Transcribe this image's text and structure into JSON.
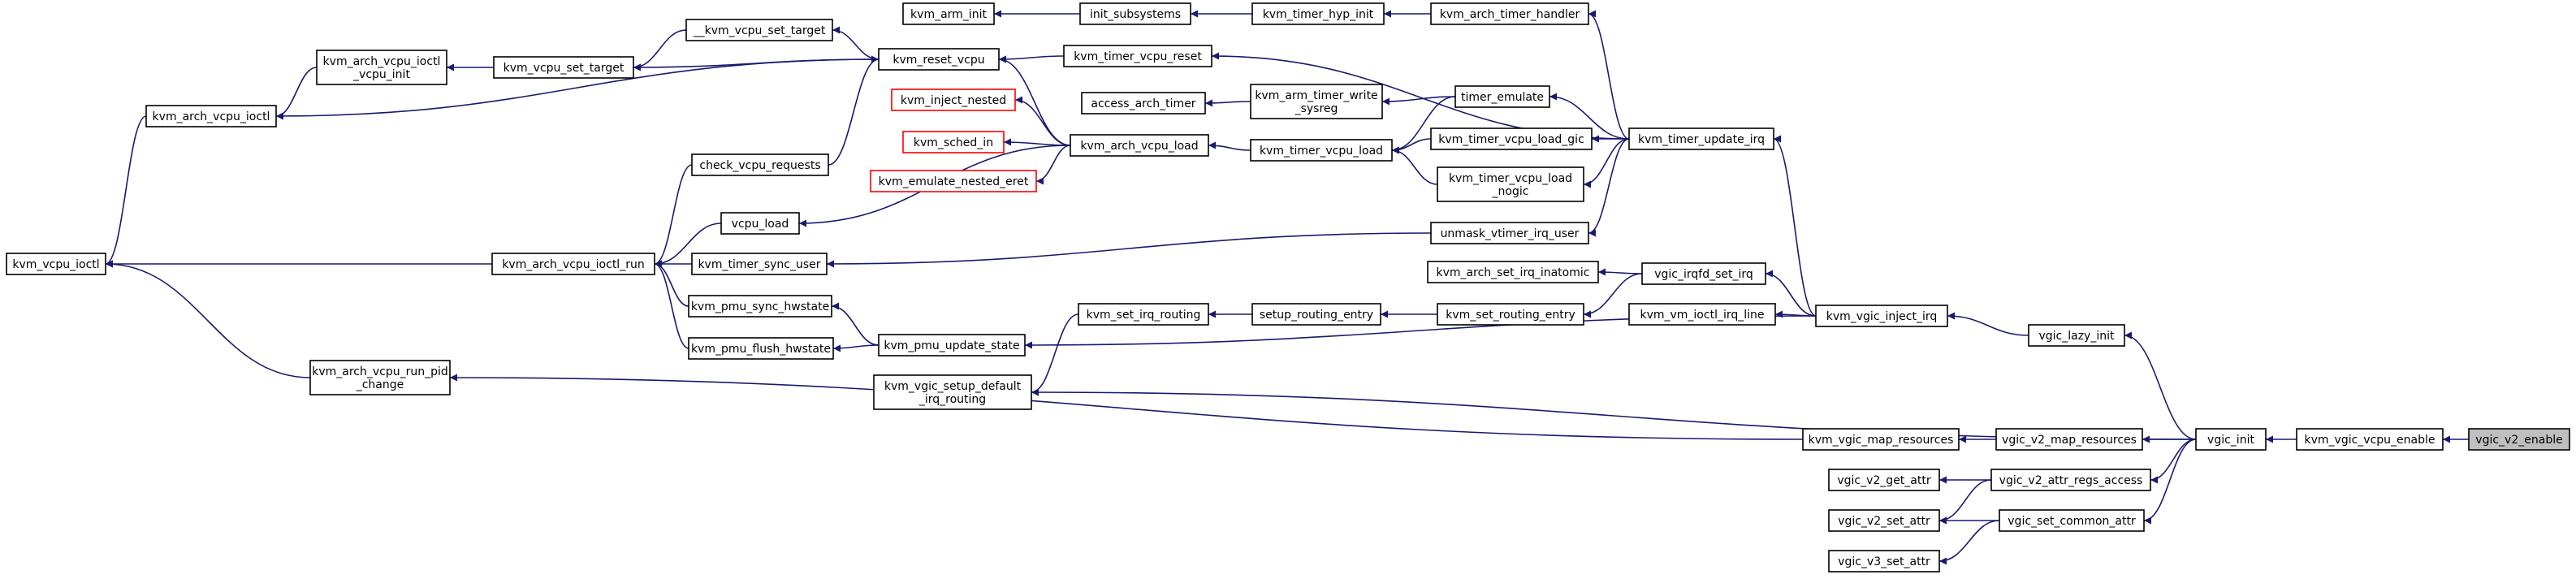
{
  "diagram": {
    "type": "call-graph",
    "edge_color": "#191970",
    "highlight_fill": "#bfbfbf",
    "nodes": [
      {
        "id": "kvm_vcpu_ioctl",
        "lines": [
          "kvm_vcpu_ioctl"
        ]
      },
      {
        "id": "kvm_arch_vcpu_ioctl",
        "lines": [
          "kvm_arch_vcpu_ioctl"
        ]
      },
      {
        "id": "kvm_arch_vcpu_ioctl_vcpu_init",
        "lines": [
          "kvm_arch_vcpu_ioctl",
          "_vcpu_init"
        ]
      },
      {
        "id": "kvm_vcpu_set_target",
        "lines": [
          "kvm_vcpu_set_target"
        ]
      },
      {
        "id": "__kvm_vcpu_set_target",
        "lines": [
          "__kvm_vcpu_set_target"
        ]
      },
      {
        "id": "kvm_reset_vcpu",
        "lines": [
          "kvm_reset_vcpu"
        ]
      },
      {
        "id": "kvm_arm_init",
        "lines": [
          "kvm_arm_init"
        ]
      },
      {
        "id": "init_subsystems",
        "lines": [
          "init_subsystems"
        ]
      },
      {
        "id": "kvm_timer_hyp_init",
        "lines": [
          "kvm_timer_hyp_init"
        ]
      },
      {
        "id": "kvm_arch_timer_handler",
        "lines": [
          "kvm_arch_timer_handler"
        ]
      },
      {
        "id": "kvm_timer_vcpu_reset",
        "lines": [
          "kvm_timer_vcpu_reset"
        ]
      },
      {
        "id": "kvm_inject_nested",
        "lines": [
          "kvm_inject_nested"
        ],
        "style": "red"
      },
      {
        "id": "kvm_sched_in",
        "lines": [
          "kvm_sched_in"
        ],
        "style": "red"
      },
      {
        "id": "kvm_emulate_nested_eret",
        "lines": [
          "kvm_emulate_nested_eret"
        ],
        "style": "red"
      },
      {
        "id": "kvm_arch_vcpu_load",
        "lines": [
          "kvm_arch_vcpu_load"
        ]
      },
      {
        "id": "access_arch_timer",
        "lines": [
          "access_arch_timer"
        ]
      },
      {
        "id": "kvm_arm_timer_write_sysreg",
        "lines": [
          "kvm_arm_timer_write",
          "_sysreg"
        ]
      },
      {
        "id": "timer_emulate",
        "lines": [
          "timer_emulate"
        ]
      },
      {
        "id": "kvm_timer_vcpu_load",
        "lines": [
          "kvm_timer_vcpu_load"
        ]
      },
      {
        "id": "kvm_timer_vcpu_load_gic",
        "lines": [
          "kvm_timer_vcpu_load_gic"
        ]
      },
      {
        "id": "kvm_timer_vcpu_load_nogic",
        "lines": [
          "kvm_timer_vcpu_load",
          "_nogic"
        ]
      },
      {
        "id": "kvm_timer_update_irq",
        "lines": [
          "kvm_timer_update_irq"
        ]
      },
      {
        "id": "check_vcpu_requests",
        "lines": [
          "check_vcpu_requests"
        ]
      },
      {
        "id": "vcpu_load",
        "lines": [
          "vcpu_load"
        ]
      },
      {
        "id": "unmask_vtimer_irq_user",
        "lines": [
          "unmask_vtimer_irq_user"
        ]
      },
      {
        "id": "kvm_arch_vcpu_ioctl_run",
        "lines": [
          "kvm_arch_vcpu_ioctl_run"
        ]
      },
      {
        "id": "kvm_timer_sync_user",
        "lines": [
          "kvm_timer_sync_user"
        ]
      },
      {
        "id": "kvm_arch_set_irq_inatomic",
        "lines": [
          "kvm_arch_set_irq_inatomic"
        ]
      },
      {
        "id": "vgic_irqfd_set_irq",
        "lines": [
          "vgic_irqfd_set_irq"
        ]
      },
      {
        "id": "kvm_pmu_sync_hwstate",
        "lines": [
          "kvm_pmu_sync_hwstate"
        ]
      },
      {
        "id": "kvm_set_irq_routing",
        "lines": [
          "kvm_set_irq_routing"
        ]
      },
      {
        "id": "setup_routing_entry",
        "lines": [
          "setup_routing_entry"
        ]
      },
      {
        "id": "kvm_set_routing_entry",
        "lines": [
          "kvm_set_routing_entry"
        ]
      },
      {
        "id": "kvm_vm_ioctl_irq_line",
        "lines": [
          "kvm_vm_ioctl_irq_line"
        ]
      },
      {
        "id": "kvm_vgic_inject_irq",
        "lines": [
          "kvm_vgic_inject_irq"
        ]
      },
      {
        "id": "kvm_pmu_flush_hwstate",
        "lines": [
          "kvm_pmu_flush_hwstate"
        ]
      },
      {
        "id": "kvm_pmu_update_state",
        "lines": [
          "kvm_pmu_update_state"
        ]
      },
      {
        "id": "vgic_lazy_init",
        "lines": [
          "vgic_lazy_init"
        ]
      },
      {
        "id": "kvm_arch_vcpu_run_pid_change",
        "lines": [
          "kvm_arch_vcpu_run_pid",
          "_change"
        ]
      },
      {
        "id": "kvm_vgic_setup_default_irq_routing",
        "lines": [
          "kvm_vgic_setup_default",
          "_irq_routing"
        ]
      },
      {
        "id": "kvm_vgic_map_resources",
        "lines": [
          "kvm_vgic_map_resources"
        ]
      },
      {
        "id": "vgic_v2_map_resources",
        "lines": [
          "vgic_v2_map_resources"
        ]
      },
      {
        "id": "vgic_init",
        "lines": [
          "vgic_init"
        ]
      },
      {
        "id": "kvm_vgic_vcpu_enable",
        "lines": [
          "kvm_vgic_vcpu_enable"
        ]
      },
      {
        "id": "vgic_v2_enable",
        "lines": [
          "vgic_v2_enable"
        ],
        "style": "highlight"
      },
      {
        "id": "vgic_v2_get_attr",
        "lines": [
          "vgic_v2_get_attr"
        ]
      },
      {
        "id": "vgic_v2_attr_regs_access",
        "lines": [
          "vgic_v2_attr_regs_access"
        ]
      },
      {
        "id": "vgic_v2_set_attr",
        "lines": [
          "vgic_v2_set_attr"
        ]
      },
      {
        "id": "vgic_set_common_attr",
        "lines": [
          "vgic_set_common_attr"
        ]
      },
      {
        "id": "vgic_v3_set_attr",
        "lines": [
          "vgic_v3_set_attr"
        ]
      }
    ],
    "edges": [
      {
        "from": "kvm_arch_vcpu_ioctl",
        "to": "kvm_vcpu_ioctl"
      },
      {
        "from": "kvm_arch_vcpu_ioctl_run",
        "to": "kvm_vcpu_ioctl"
      },
      {
        "from": "kvm_arch_vcpu_run_pid_change",
        "to": "kvm_vcpu_ioctl"
      },
      {
        "from": "kvm_arch_vcpu_ioctl_vcpu_init",
        "to": "kvm_arch_vcpu_ioctl"
      },
      {
        "from": "kvm_reset_vcpu",
        "to": "kvm_arch_vcpu_ioctl"
      },
      {
        "from": "kvm_vcpu_set_target",
        "to": "kvm_arch_vcpu_ioctl_vcpu_init"
      },
      {
        "from": "__kvm_vcpu_set_target",
        "to": "kvm_vcpu_set_target"
      },
      {
        "from": "kvm_reset_vcpu",
        "to": "kvm_vcpu_set_target"
      },
      {
        "from": "kvm_reset_vcpu",
        "to": "__kvm_vcpu_set_target"
      },
      {
        "from": "check_vcpu_requests",
        "to": "kvm_reset_vcpu"
      },
      {
        "from": "kvm_arch_vcpu_load",
        "to": "kvm_reset_vcpu"
      },
      {
        "from": "kvm_timer_vcpu_reset",
        "to": "kvm_reset_vcpu"
      },
      {
        "from": "init_subsystems",
        "to": "kvm_arm_init"
      },
      {
        "from": "kvm_timer_hyp_init",
        "to": "init_subsystems"
      },
      {
        "from": "kvm_arch_timer_handler",
        "to": "kvm_timer_hyp_init"
      },
      {
        "from": "kvm_timer_update_irq",
        "to": "kvm_arch_timer_handler"
      },
      {
        "from": "kvm_timer_update_irq",
        "to": "kvm_timer_vcpu_reset"
      },
      {
        "from": "kvm_arch_vcpu_load",
        "to": "kvm_inject_nested"
      },
      {
        "from": "kvm_arch_vcpu_load",
        "to": "kvm_sched_in"
      },
      {
        "from": "kvm_arch_vcpu_load",
        "to": "kvm_emulate_nested_eret"
      },
      {
        "from": "kvm_arch_vcpu_load",
        "to": "vcpu_load"
      },
      {
        "from": "kvm_timer_vcpu_load",
        "to": "kvm_arch_vcpu_load"
      },
      {
        "from": "kvm_arm_timer_write_sysreg",
        "to": "access_arch_timer"
      },
      {
        "from": "timer_emulate",
        "to": "kvm_arm_timer_write_sysreg"
      },
      {
        "from": "timer_emulate",
        "to": "kvm_timer_vcpu_load"
      },
      {
        "from": "kvm_timer_vcpu_load_gic",
        "to": "kvm_timer_vcpu_load"
      },
      {
        "from": "kvm_timer_vcpu_load_nogic",
        "to": "kvm_timer_vcpu_load"
      },
      {
        "from": "kvm_timer_update_irq",
        "to": "timer_emulate"
      },
      {
        "from": "kvm_timer_update_irq",
        "to": "kvm_timer_vcpu_load_gic"
      },
      {
        "from": "kvm_timer_update_irq",
        "to": "kvm_timer_vcpu_load_nogic"
      },
      {
        "from": "kvm_timer_update_irq",
        "to": "unmask_vtimer_irq_user"
      },
      {
        "from": "kvm_vgic_inject_irq",
        "to": "kvm_timer_update_irq"
      },
      {
        "from": "check_vcpu_requests",
        "to": "kvm_arch_vcpu_ioctl_run"
      },
      {
        "from": "vcpu_load",
        "to": "kvm_arch_vcpu_ioctl_run"
      },
      {
        "from": "kvm_timer_sync_user",
        "to": "kvm_arch_vcpu_ioctl_run"
      },
      {
        "from": "kvm_pmu_sync_hwstate",
        "to": "kvm_arch_vcpu_ioctl_run"
      },
      {
        "from": "kvm_pmu_flush_hwstate",
        "to": "kvm_arch_vcpu_ioctl_run"
      },
      {
        "from": "unmask_vtimer_irq_user",
        "to": "kvm_timer_sync_user"
      },
      {
        "from": "kvm_pmu_update_state",
        "to": "kvm_pmu_sync_hwstate"
      },
      {
        "from": "kvm_pmu_update_state",
        "to": "kvm_pmu_flush_hwstate"
      },
      {
        "from": "kvm_vgic_inject_irq",
        "to": "kvm_pmu_update_state"
      },
      {
        "from": "vgic_irqfd_set_irq",
        "to": "kvm_arch_set_irq_inatomic"
      },
      {
        "from": "vgic_irqfd_set_irq",
        "to": "kvm_set_routing_entry"
      },
      {
        "from": "kvm_vgic_inject_irq",
        "to": "vgic_irqfd_set_irq"
      },
      {
        "from": "kvm_vgic_inject_irq",
        "to": "kvm_vm_ioctl_irq_line"
      },
      {
        "from": "setup_routing_entry",
        "to": "kvm_set_irq_routing"
      },
      {
        "from": "kvm_set_routing_entry",
        "to": "setup_routing_entry"
      },
      {
        "from": "kvm_set_irq_routing",
        "to": "kvm_vgic_setup_default_irq_routing"
      },
      {
        "from": "vgic_lazy_init",
        "to": "kvm_vgic_inject_irq"
      },
      {
        "from": "vgic_init",
        "to": "vgic_lazy_init"
      },
      {
        "from": "vgic_init",
        "to": "kvm_vgic_setup_default_irq_routing"
      },
      {
        "from": "kvm_vgic_map_resources",
        "to": "kvm_arch_vcpu_run_pid_change"
      },
      {
        "from": "vgic_v2_map_resources",
        "to": "kvm_vgic_map_resources"
      },
      {
        "from": "vgic_init",
        "to": "vgic_v2_map_resources"
      },
      {
        "from": "vgic_init",
        "to": "vgic_v2_attr_regs_access"
      },
      {
        "from": "vgic_init",
        "to": "vgic_set_common_attr"
      },
      {
        "from": "kvm_vgic_vcpu_enable",
        "to": "vgic_init"
      },
      {
        "from": "vgic_v2_enable",
        "to": "kvm_vgic_vcpu_enable"
      },
      {
        "from": "vgic_v2_attr_regs_access",
        "to": "vgic_v2_get_attr"
      },
      {
        "from": "vgic_v2_attr_regs_access",
        "to": "vgic_v2_set_attr"
      },
      {
        "from": "vgic_set_common_attr",
        "to": "vgic_v2_set_attr"
      },
      {
        "from": "vgic_set_common_attr",
        "to": "vgic_v3_set_attr"
      }
    ]
  }
}
